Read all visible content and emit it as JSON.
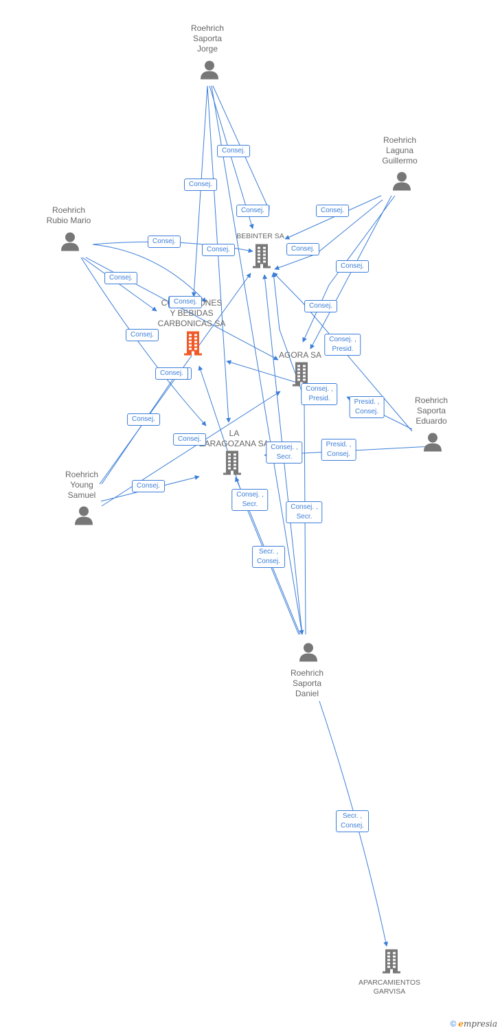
{
  "colors": {
    "edge": "#3b7dd8",
    "company": "#777777",
    "company_main": "#f05a28",
    "person": "#777777",
    "label": "#666666"
  },
  "nodes": [
    {
      "id": "jorge",
      "type": "person",
      "label": "Roehrich\nSaporta\nJorge"
    },
    {
      "id": "guillermo",
      "type": "person",
      "label": "Roehrich\nLaguna\nGuillermo"
    },
    {
      "id": "mario",
      "type": "person",
      "label": "Roehrich\nRubio Mario"
    },
    {
      "id": "eduardo",
      "type": "person",
      "label": "Roehrich\nSaporta\nEduardo"
    },
    {
      "id": "samuel",
      "type": "person",
      "label": "Roehrich\nYoung\nSamuel"
    },
    {
      "id": "daniel",
      "type": "person",
      "label": "Roehrich\nSaporta\nDaniel"
    },
    {
      "id": "bebinter",
      "type": "company",
      "label": "BEBINTER SA"
    },
    {
      "id": "carbonicas",
      "type": "company_main",
      "label": "CONCESIONES\nY BEBIDAS\nCARBONICAS SA"
    },
    {
      "id": "agora",
      "type": "company",
      "label": "AGORA SA"
    },
    {
      "id": "zaragozana",
      "type": "company",
      "label": "LA\nZARAGOZANA SA"
    },
    {
      "id": "garvisa",
      "type": "company",
      "label": "APARCAMIENTOS\nGARVISA"
    }
  ],
  "edges": [
    {
      "label": "Consej."
    },
    {
      "label": "Consej."
    },
    {
      "label": "Consej."
    },
    {
      "label": "Consej."
    },
    {
      "label": "Consej."
    },
    {
      "label": "Consej."
    },
    {
      "label": "Consej."
    },
    {
      "label": "Consej."
    },
    {
      "label": "Consej."
    },
    {
      "label": "Consej."
    },
    {
      "label": "Consej. ,\nPresid."
    },
    {
      "label": "Consej."
    },
    {
      "label": "Consej."
    },
    {
      "label": "Consej. ,\nPresid."
    },
    {
      "label": "Presid. ,\nConsej."
    },
    {
      "label": "Consej."
    },
    {
      "label": "Presid. ,\nConsej."
    },
    {
      "label": "Consej. ,\nSecr."
    },
    {
      "label": "Consej. ,\nSecr."
    },
    {
      "label": "Consej. ,\nSecr."
    },
    {
      "label": "Secr. ,\nConsej."
    },
    {
      "label": "Consej."
    },
    {
      "label": "Secr. ,\nConsej."
    }
  ],
  "footer": {
    "copyright": "©",
    "brand_initial": "e",
    "brand_rest": "mpresia"
  }
}
